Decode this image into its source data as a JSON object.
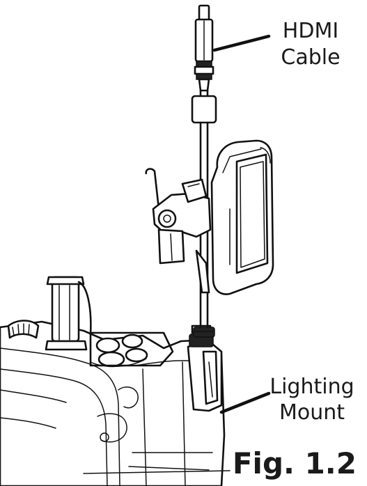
{
  "callouts": {
    "hdmi_line1": "HDMI",
    "hdmi_line2": "Cable",
    "lighting_line1": "Lighting",
    "lighting_line2": "Mount"
  },
  "caption": "Fig. 1.2"
}
